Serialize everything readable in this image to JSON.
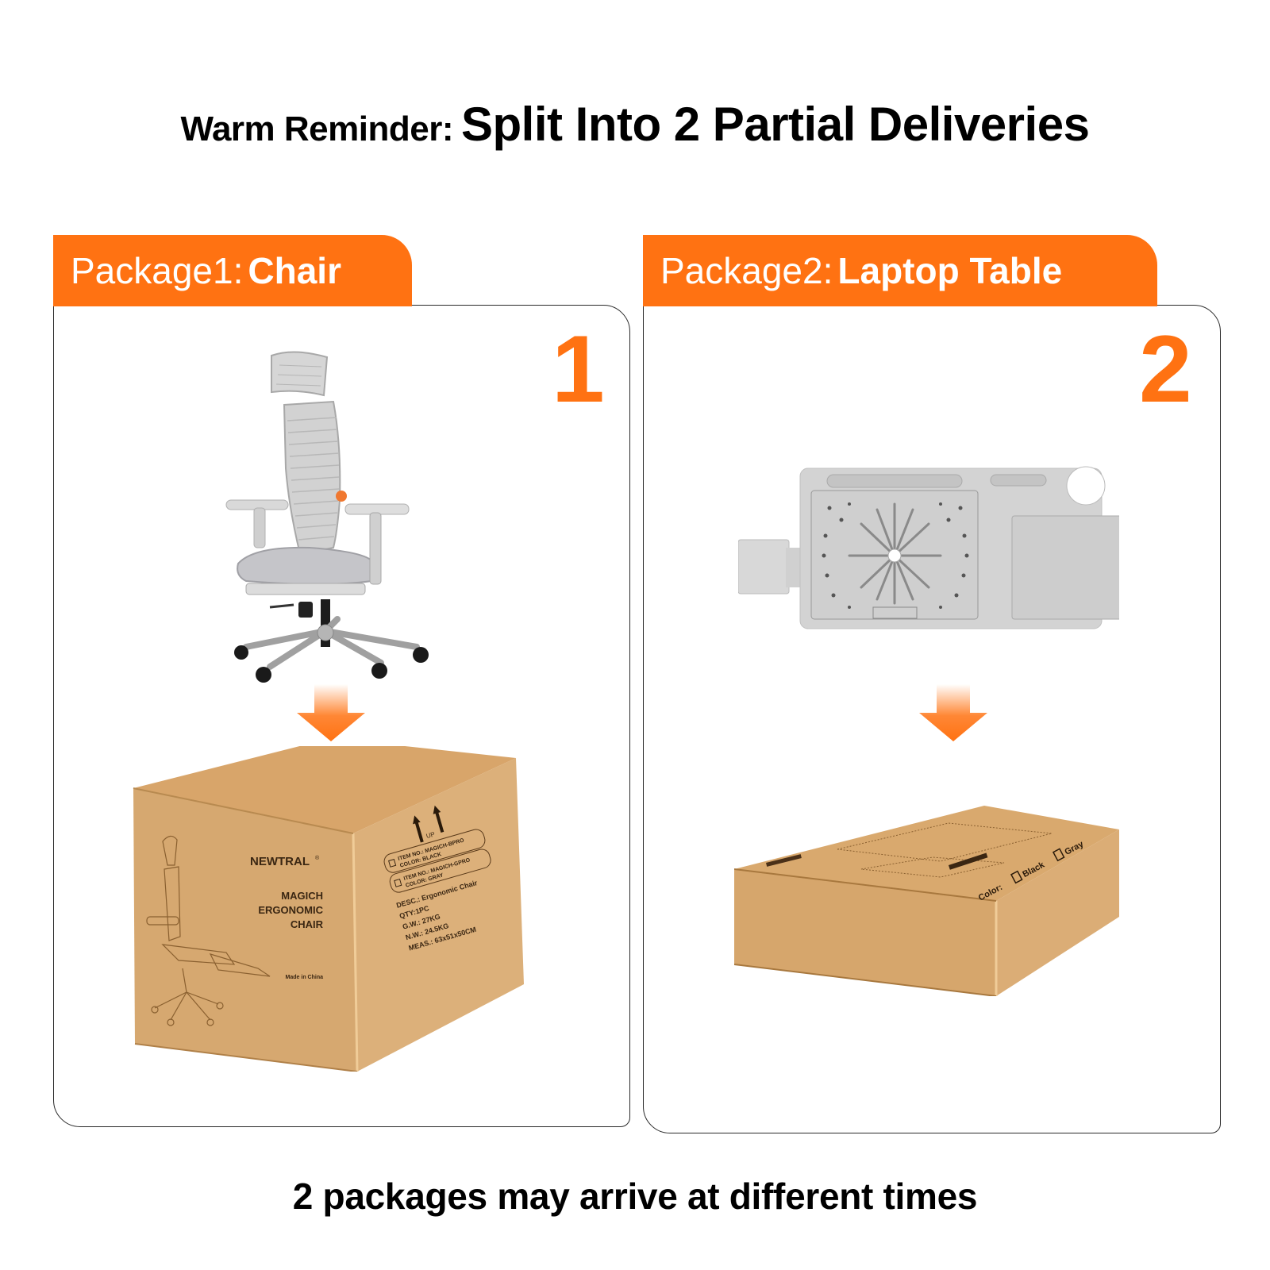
{
  "headline": {
    "lead": "Warm Reminder:",
    "main": "Split Into 2 Partial Deliveries"
  },
  "packages": [
    {
      "label_prefix": "Package1:",
      "label_item": "Chair",
      "number": "1",
      "product_icon": "office-chair-image",
      "box": {
        "brand": "NEWTRAL",
        "brand_mark": "®",
        "product_lines": [
          "MAGICH",
          "ERGONOMIC",
          "CHAIR"
        ],
        "origin": "Made in China",
        "up_label": "UP",
        "options": [
          {
            "item_no": "ITEM NO.: MAGICH-BPRO",
            "color": "COLOR: BLACK"
          },
          {
            "item_no": "ITEM NO.: MAGICH-GPRO",
            "color": "COLOR: GRAY"
          }
        ],
        "specs": [
          "DESC.: Ergonomic Chair",
          "QTY:1PC",
          "G.W.: 27KG",
          "N.W.: 24.5KG",
          "MEAS.: 63x51x50CM"
        ]
      }
    },
    {
      "label_prefix": "Package2:",
      "label_item": "Laptop Table",
      "number": "2",
      "product_icon": "laptop-table-image",
      "box": {
        "color_label": "Color:",
        "color_options": [
          "Black",
          "Gray"
        ]
      }
    }
  ],
  "footer": "2 packages may arrive at different times",
  "colors": {
    "accent": "#ff7212",
    "cardboard": "#d9a86c",
    "cardboard_dark": "#c89558",
    "product_gray": "#d4d4d4",
    "text": "#000000"
  }
}
